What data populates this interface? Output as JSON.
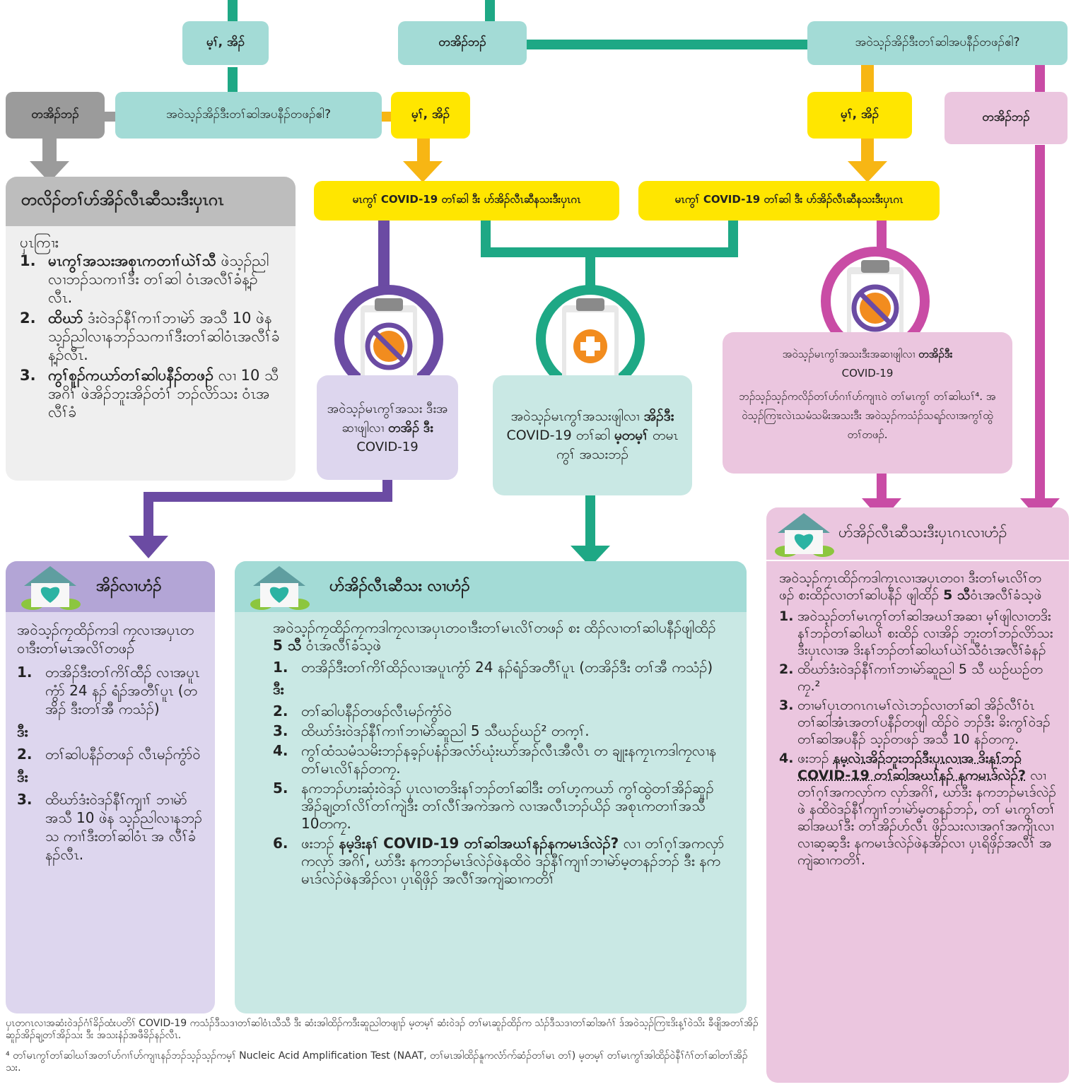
{
  "colors": {
    "teal": "#1ea885",
    "teal_light": "#a3dbd6",
    "teal_card": "#c9e8e4",
    "yellow": "#ffe600",
    "orange": "#f7b614",
    "gray": "#9b9b9b",
    "gray_card": "#efefef",
    "purple": "#6b4ba3",
    "purple_light": "#ddd6ee",
    "magenta": "#c94ca5",
    "pink_light": "#ebc6df"
  },
  "decisions": {
    "yes_top_left": "မ့ၢ်, အိၣ်",
    "no_top_center": "တအိၣ်ဘၣ်",
    "question_right": "အဝဲသ့ၣ်အိၣ်ဒီးတၢ်ဆါအပနီၣ်တဖၣ်ဧါ?",
    "no_left": "တအိၣ်ဘၣ်",
    "question_left": "အဝဲသ့ၣ်အိၣ်ဒီးတၢ်ဆါအပနီၣ်တဖၣ်ဧါ?",
    "yes_mid": "မ့ၢ်, အိၣ်",
    "yes_right": "မ့ၢ်, အိၣ်",
    "no_right": "တအိၣ်ဘၣ်",
    "test_mid": "မၤကွၢ် COVID-19 တၢ်ဆါ ဒီး ဟ်အိၣ်လီၤဆီနသးဒီးပှၤဂၤ",
    "test_right": "မၤကွၢ် COVID-19 တၢ်ဆါ ဒီး ဟ်အိၣ်လီၤဆီနသးဒီးပှၤဂၤ"
  },
  "quarantine_card": {
    "title": "တလိၣ်တၢ်ဟ်အိၣ်လီၤဆီသးဒီးပှၤဂၤ",
    "intro": "ပှၤကြၢး",
    "items": [
      {
        "num": "1.",
        "bold": "မၤကွၢ်အသးအစုၤကတၢၢ်ယဲၢ်သီ",
        "text": "ဖဲသ့ၣ်ညါလၢဘၣ်သကၢၢ်ဒီး တၢ်ဆါ ဝံၤအလီၢ်ခံန့ၣ်လီၤ."
      },
      {
        "num": "2.",
        "bold": "ထိဃာ်",
        "text": "ဒံးဝဲဒၣ်နီၢ်ကၢၢ်ဘၢမဲာ် အသီ 10 ဖဲနသ့ၣ်ညါလၢနဘၣ်သကၢၢ်ဒီးတၢ်ဆါဝံၤအလီၢ်ခံန့ၣ်လီၤ."
      },
      {
        "num": "3.",
        "bold": "ကွၢ်စူၣ်ကယာ်တၢ်ဆါပနီၣ်တဖၣ်",
        "text": "လၢ 10 သီအဂိၢ် ဖဲအိၣ်ဘူးအိၣ်တံၢ် ဘၣ်လိာ်သး ဝံၤအလီၢ်ခံ"
      }
    ]
  },
  "neg_card_purple": {
    "text1": "အဝဲသ့ၣ်မၤကွၢ်အသး ဒီးအဆၢဖျါလၢ ",
    "bold": "တအိၣ်",
    "text2": "ဒီး",
    "text3": " COVID-19"
  },
  "pos_card_teal": {
    "text1": "အဝဲသ့ၣ်မၤကွၢ်အသးဖျါလၢ ",
    "bold1": "အိၣ်ဒီး",
    "text2": " COVID-19 တၢ်ဆါ ",
    "bold2": "မ့တမ့ၢ်",
    "text3": " တမၤကွၢ် အသးဘၣ်"
  },
  "neg_card_pink": {
    "line1a": "အဝဲသ့ၣ်မၤကွၢ်အသးဒီးအဆၢဖျါလၢ ",
    "line1b": "တအိၣ်ဒီး",
    "line2": "COVID-19",
    "line3": "ဘၣ်သ့ၣ်သ့ၣ်ကလိၣ်တၢ်ဟ်ဂၢၢ်ဟ်ကျၢၤဝဲ တၢ်မၤကွၢ် တၢ်ဆါဃၢ်⁴. အဝဲသ့ၣ်ကြၢးလဲၤသမံသမိးအသးဒီး အဝဲသ့ၣ်ကသံၣ်သရၣ်လၢအကွၢ်ထွဲတၢ်တဖၣ်."
  },
  "home_purple": {
    "title": "အိၣ်လၢဟံၣ်",
    "intro": "အဝဲသ့ၣ်ကၠထိၣ်ကဒါ ကၠလၢအပှၤတဝၢဒီးတၢ်မၤအလိၢ်တဖၣ်",
    "items": [
      {
        "num": "1.",
        "text": "တအိၣ်ဒီးတၢ်ကိၢ်ထီၣ် လၢအပူၤကွံာ် 24 နၣ် ရံၣ်အတီၢ်ပူၤ (တအိၣ် ဒီးတၢ်အီ ကသံၣ်)"
      },
      {
        "sep": "ဒီး"
      },
      {
        "num": "2.",
        "text": "တၢ်ဆါပနီၣ်တဖၣ် လီၤမၣ်ကွံာ်ဝဲ"
      },
      {
        "sep": "ဒီး"
      },
      {
        "num": "3.",
        "text": "ထိဃာ်ဒံးဝဲဒၣ်နီၢ်ကျၢၢ် ဘၢမဲာ် အသီ 10 ဖဲန သ့ၣ်ညါလၢနဘၣ်သ ကၢၢ်ဒီးတၢ်ဆါဝံၤ အ လီၢ်ခံ နၣ်လီၤ."
      }
    ]
  },
  "home_teal": {
    "title": "ဟ်အိၣ်လီၤဆီသး လၢဟံၣ်",
    "intro_a": "အဝဲသ့ၣ်ကၠထိၣ်ကၠကဒါကၠလၢအပှၤတဝၢဒီးတၢ်မၤလိၢ်တဖၣ် စး ထိၣ်လၢတၢ်ဆါပနီၣ်ဖျါထိၣ် ",
    "intro_bold": "5 သီ",
    "intro_b": " ဝံၤအလီၢ်ခံသ့ဖဲ",
    "items": [
      {
        "num": "1.",
        "text": "တအိၣ်ဒီးတၢ်ကိၢ်ထိၣ်လၢအပူၤကွံာ် 24 နၣ်ရံၣ်အတီၢ်ပူၤ (တအိၣ်ဒီး တၢ်အီ ကသံၣ်)"
      },
      {
        "sep": "ဒီး"
      },
      {
        "num": "2.",
        "text": "တၢ်ဆါပနီၣ်တဖၣ်လီၤမၣ်ကွံာ်ဝဲ"
      },
      {
        "num": "3.",
        "text": "ထိဃာ်ဒံးဝဲဒၣ်နီၢ်ကၢၢ်ဘၢမဲာ်ဆူညါ 5 သီဃဉ်ဃဉ်² တက့ၢ်."
      },
      {
        "num": "4.",
        "text": "ကွၢ်ထံသမံသမိးဘၣ်နခ့ၣ်ပနံၣ်အလံာ်ဃုံးဃာ်အၣ်လီၤအီလီၤ တ ချုးနကၠၤကဒါကၠလၢနတၢ်မၤလိၢ်နၣ်တကၠ."
      },
      {
        "num": "5.",
        "text": "နကဘၣ်ဟးဆုံးဝဲဒၣ် ပှၤလၢတဒိးနၢ်ဘၣ်တၢ်ဆါဒီး တၢ်ဟ့ကယာ် ကွၢ်ထွဲတၢ်အိၣ်ဆူၣ် အိၣ်ချ့တၢ်လိၢ်တၢ်ကျဲဒီး တၢ်လီၢ်အကဲအကဲ လၢအလီၤဘၣ်ယိၣ် အစုၤကတၢၢ်အသီ 10တကၠ."
      },
      {
        "num": "6.",
        "text_a": "ဖးဘၣ် ",
        "bold": "နမ့ဒိးနၢ် COVID-19 တၢ်ဆါအဃၢ်နၣ်နကမၤဒ်လဲၣ်?",
        "text_b": " လၢ တၢ်ဂ့ၢ်အကလှာ်ကလှာ် အဂိၢ်, ဃာ်ဒီး နကဘၣ်မၤဒ်လဲၣ်ဖဲနထိဝဲ ဒၣ်နီၢ်ကျၢၢ်ဘၢမဲာ်မ့တနၣ်ဘၣ် ဒီး နကမၤဒ်လဲၣ်ဖဲနအိၣ်လၢ ပှၤရိဖှိၣ် အလီၢ်အကျဲဆၢကတိၢ်"
      }
    ]
  },
  "home_pink": {
    "title": "ဟ်အိၣ်လီၤဆီသးဒီးပှၤဂၤလၢဟံၣ်",
    "intro_a": "အဝဲသ့ၣ်ကၠၤထိၣ်ကဒါကၠၤလၢအပှၤတဝၢ ဒီးတၢ်မၤလိၢ်တဖၣ် စးထိၣ်လၢတၢ်ဆါပနီၣ် ဖျါထိၣ် ",
    "intro_bold": "5 သီ",
    "intro_b": "ဝံၤအလီၢ်ခံသ့ဖဲ",
    "items": [
      {
        "num": "1.",
        "text": "အဝဲသ့ၣ်တၢ်မၤကွၢ်တၢ်ဆါအဃၢ်အဆၢ မ့ၢ်ဖျါလၢတဒိးနၢ်ဘၣ်တၢ်ဆါဃၢ် စးထိၣ် လၢအိၣ် ဘူးတၢ်ဘၣ်လိာ်သးဒီးပှၤလၢအ ဒိးနၢ်ဘၣ်တၢ်ဆါဃၢ်ယဲၢ်သီဝံၤအလီၢ်ခံနၣ်"
      },
      {
        "num": "2.",
        "text": "ထိဃာ်ဒံးဝဲဒၣ်နီၢ်ကၢၢ်ဘၢမဲာ်ဆူညါ 5 သီ ဃဉ်ဃဉ်တကၠ.²"
      },
      {
        "num": "3.",
        "text": "တၢမၢ်ပှၤတဂၤဂၤမၢ်လဲၤဘၣ်လၢတၢ်ဆါ အိၣ်လီၢ်ဝံၤ တၢ်ဆါအံၤအတၢ်ပနီၣ်တဖျါ ထိၣ်ဝဲ ဘၣ်ဒီး ခိးကွၢ်ဝဲဒၣ်တၢ်ဆါအပနီၣ် သ့ၣ်တဖၣ် အသီ 10 နၣ်တကၠ."
      },
      {
        "num": "4.",
        "text_a": "ဖးဘၣ် ",
        "bold": "နမ့လဲၤအိၣ်ဘူးဘၣ်ဒီးပှၤလၢအ ဒိးနၢ်ဘၣ် COVID-19 တၢ်ဆါအဃၢ်နၣ် နကမၤဒ်လဲၣ်?",
        "text_b": " လၢတၢ်ဂ့ၢ်အကလှာ်က လှာ်အဂိၢ်, ဃာ်ဒီး နကဘၣ်မၤဒ်လဲၣ်ဖဲ နထိဝဲဒၣ်နီၢ်ကျၢၢ်ဘၢမဲာ်မ့တနၣ်ဘၣ်, တၢ် မၤကွၢ်တၢ်ဆါအဃၢ်ဒီး တၢ်အိၣ်ဟ်လီၤ ဖှိၣ်သးလၢအဂ့ၢ်အကျိၤလၢလၢဆ့ဆ့ဒီး နကမၤဒ်လဲၣ်ဖဲနအိၣ်လၢ ပှၤရိဖှိၣ်အလီၢ် အကျဲဆၢကတိၢ်."
      }
    ]
  },
  "footnotes": {
    "note2": "ပှၤတဂၤလၢအဆံးဝဲဒၣ်ဂံၢ်ခိၣ်ထံးပတိၢ် COVID-19 ကသံၣ်ဒီသဒၢတၢ်ဆါဝံၤသီသီ ဒီး ဆံးအါထိၣ်ကဒီးဆူညါတဖျၢၣ် မ့တမ့ၢ် ဆံးဝဲဒၣ် တၢ်မၤဆူၣ်ထိၣ်က သံၣ်ဒီသဒၢတၢ်ဆါအဂံၢ် ဒ်အဝဲသ့ၣ်ကြၢးဒိးန့ၢ်ဝဲသိး ခီဖျိအတၢ်အိၣ်ဆူၣ်အိၣ်ချ့တၢ်အိၣ်သး ဒီး အသးနံၣ်အဖီခိၣ်နၣ်လီၤ.",
    "note4": "⁴ တၢ်မၤကွၢ်တၢ်ဆါဃၢ်အတၢ်ဟ်ဂၢၢ်ဟ်ကျၢၤနၣ်ဘၣ်သ့ၣ်သ့ၣ်ကမ့ၢ် Nucleic Acid Amplification Test (NAAT, တၢ်မၤအါထိၣ်နူကလံာ်က်ဆံၣ်တၢ်မၤ တၢ်) မ့တမ့ၢ် တၢ်မၤကွၢ်အါထိၣ်ဝဲနီၢ်ဂံၢ်တၢ်ဆါတၢ်အိၣ်သး."
  }
}
